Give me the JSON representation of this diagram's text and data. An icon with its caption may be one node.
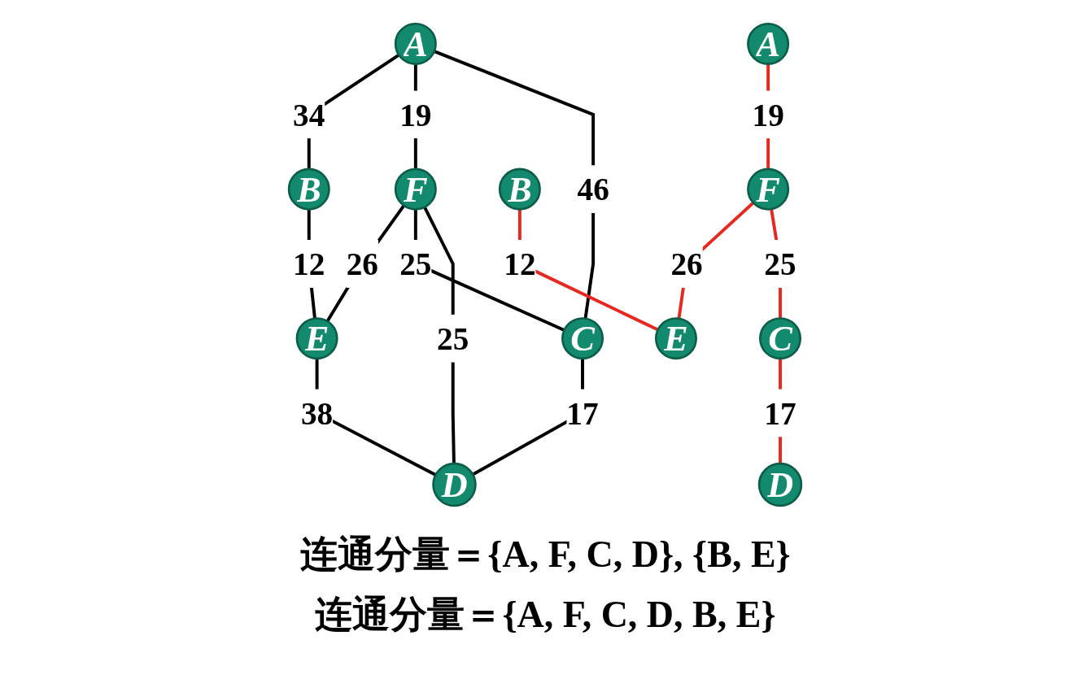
{
  "diagram": {
    "nodes": [
      {
        "text": [
          "B"
        ]
      },
      {
        "text": [
          "A"
        ]
      },
      {
        "text": [
          "E"
        ]
      },
      {
        "text": [
          "F"
        ]
      },
      {
        "text": [
          "C"
        ]
      },
      {
        "text": [
          "D"
        ]
      },
      {
        "text": [
          "B"
        ]
      },
      {
        "text": [
          "A"
        ]
      },
      {
        "text": [
          "E"
        ]
      },
      {
        "text": [
          "F"
        ]
      },
      {
        "text": [
          "C"
        ]
      },
      {
        "text": [
          "D"
        ]
      }
    ],
    "edges": [
      {
        "from": 1,
        "to": 0,
        "arrow": "none",
        "label": "34"
      },
      {
        "from": 0,
        "to": 2,
        "arrow": "none",
        "label": "12"
      },
      {
        "from": 1,
        "to": 3,
        "arrow": "none",
        "label": "19"
      },
      {
        "from": 3,
        "to": 2,
        "arrow": "none",
        "label": "26"
      },
      {
        "from": 1,
        "to": 4,
        "arrow": "none",
        "label": "46"
      },
      {
        "from": 3,
        "to": 4,
        "arrow": "none",
        "label": "25"
      },
      {
        "from": 3,
        "to": 5,
        "arrow": "none",
        "label": "25"
      },
      {
        "from": 2,
        "to": 5,
        "arrow": "none",
        "label": "38"
      },
      {
        "from": 4,
        "to": 5,
        "arrow": "none",
        "label": "17"
      },
      {
        "from": 6,
        "to": 8,
        "arrow": "none",
        "label": "12",
        "color": "#e8281e"
      },
      {
        "from": 7,
        "to": 9,
        "arrow": "none",
        "label": "19",
        "color": "#e8281e"
      },
      {
        "from": 9,
        "to": 8,
        "arrow": "none",
        "label": "26",
        "color": "#e8281e"
      },
      {
        "from": 9,
        "to": 10,
        "arrow": "none",
        "label": "25",
        "color": "#e8281e"
      },
      {
        "from": 10,
        "to": 11,
        "arrow": "none",
        "label": "17",
        "color": "#e8281e"
      }
    ],
    "labels": [
      "连通分量＝{A, F, C, D}, {B, E}",
      "连通分量＝{A, F, C, D, B, E}"
    ]
  }
}
